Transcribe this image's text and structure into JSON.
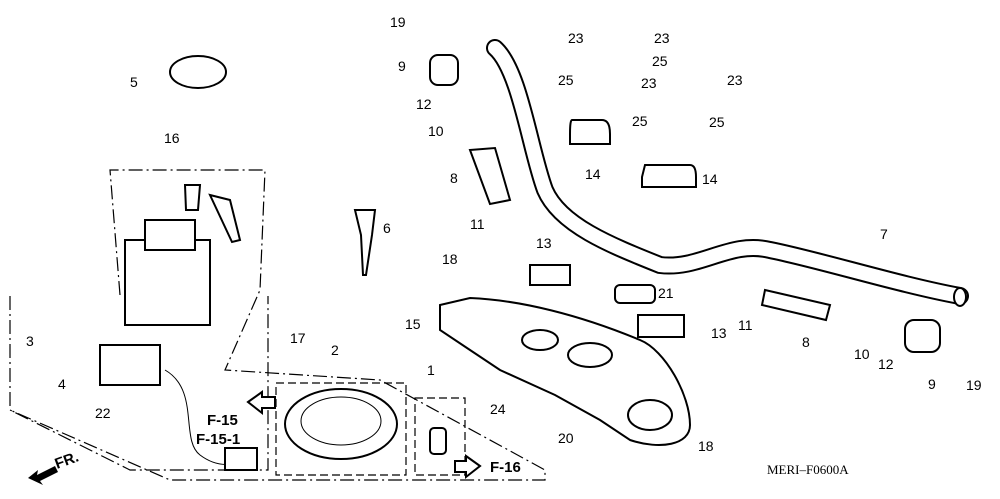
{
  "diagram": {
    "callouts": [
      "19",
      "9",
      "12",
      "10",
      "8",
      "11",
      "5",
      "16",
      "6",
      "3",
      "4",
      "22",
      "17",
      "2",
      "1",
      "24",
      "20",
      "18",
      "13",
      "15",
      "21",
      "13",
      "18",
      "14",
      "14",
      "7",
      "11",
      "8",
      "10",
      "12",
      "9",
      "19",
      "23",
      "23",
      "23",
      "23",
      "25",
      "25",
      "25",
      "25"
    ],
    "references": {
      "f15": "F-15",
      "f15_1": "F-15-1",
      "f16": "F-16"
    },
    "direction": "FR.",
    "diagram_code": "MERI–F0600A"
  }
}
